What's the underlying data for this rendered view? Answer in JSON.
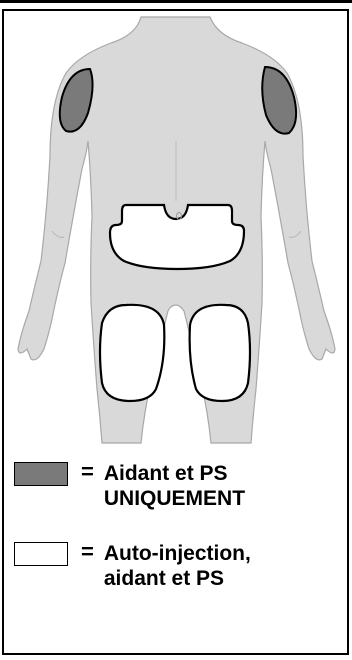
{
  "colors": {
    "body_fill": "#d9d9d9",
    "restricted_zone_fill": "#7a7a7a",
    "self_injection_zone_fill": "#ffffff",
    "outline": "#000000"
  },
  "legend": {
    "restricted": {
      "line1": "Aidant et PS",
      "line2": "UNIQUEMENT"
    },
    "self_injection": {
      "line1": "Auto-injection,",
      "line2": "aidant et PS"
    },
    "equals_sign": "="
  }
}
